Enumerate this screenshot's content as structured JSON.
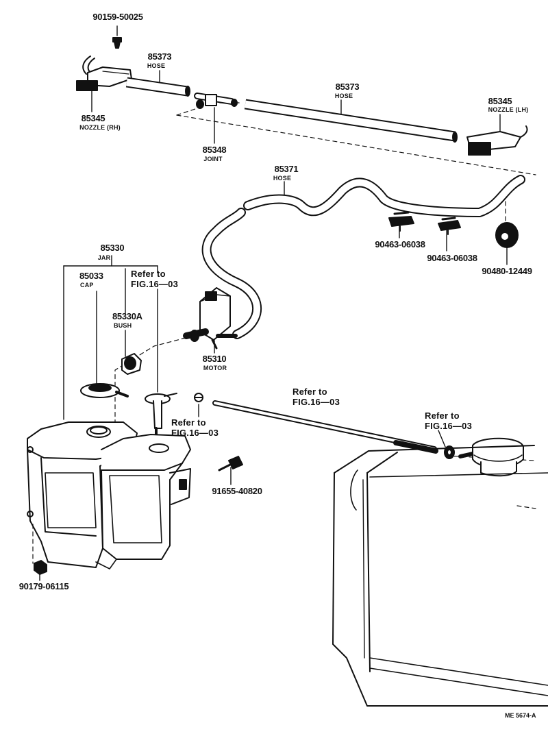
{
  "diagram": {
    "parts": [
      {
        "id": "screw_top",
        "number": "90159-50025",
        "name": ""
      },
      {
        "id": "nozzle_rh",
        "number": "85345",
        "name": "NOZZLE (RH)"
      },
      {
        "id": "hose_left",
        "number": "85373",
        "name": "HOSE"
      },
      {
        "id": "joint",
        "number": "85348",
        "name": "JOINT"
      },
      {
        "id": "hose_center",
        "number": "85373",
        "name": "HOSE"
      },
      {
        "id": "nozzle_lh",
        "number": "85345",
        "name": "NOZZLE (LH)"
      },
      {
        "id": "hose_long",
        "number": "85371",
        "name": "HOSE"
      },
      {
        "id": "clamp_1",
        "number": "90463-06038",
        "name": ""
      },
      {
        "id": "clamp_2",
        "number": "90463-06038",
        "name": ""
      },
      {
        "id": "grommet",
        "number": "90480-12449",
        "name": ""
      },
      {
        "id": "jar",
        "number": "85330",
        "name": "JAR"
      },
      {
        "id": "cap",
        "number": "85033",
        "name": "CAP"
      },
      {
        "id": "bush",
        "number": "85330A",
        "name": "BUSH"
      },
      {
        "id": "motor",
        "number": "85310",
        "name": "MOTOR"
      },
      {
        "id": "bolt",
        "number": "91655-40820",
        "name": ""
      },
      {
        "id": "nut",
        "number": "90179-06115",
        "name": ""
      }
    ],
    "references": [
      {
        "id": "ref_jar",
        "line1": "Refer to",
        "line2": "FIG.16—03"
      },
      {
        "id": "ref_pump",
        "line1": "Refer to",
        "line2": "FIG.16—03"
      },
      {
        "id": "ref_rod",
        "line1": "Refer to",
        "line2": "FIG.16—03"
      },
      {
        "id": "ref_cap",
        "line1": "Refer to",
        "line2": "FIG.16—03"
      }
    ],
    "figure_code": "ME 5674-A"
  }
}
